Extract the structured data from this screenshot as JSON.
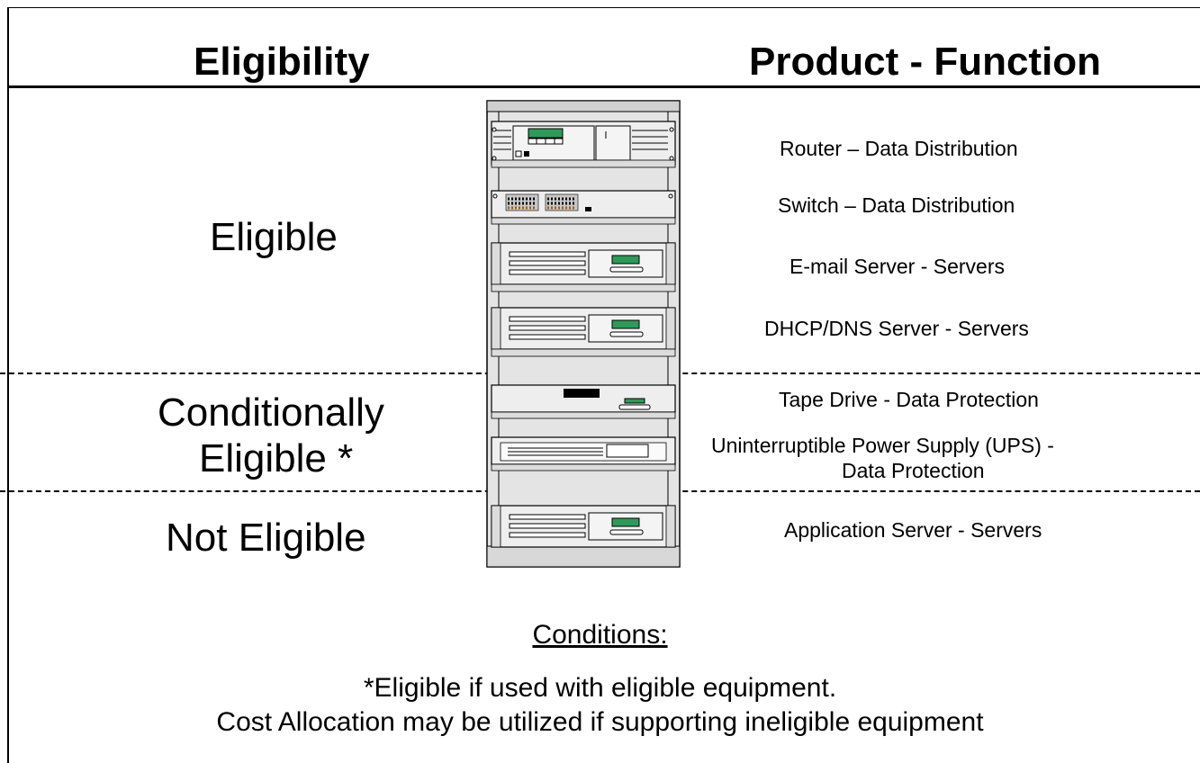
{
  "header": {
    "eligibility": "Eligibility",
    "product_function": "Product - Function"
  },
  "tiers": {
    "eligible": "Eligible",
    "conditional_line1": "Conditionally",
    "conditional_line2": "Eligible *",
    "not_eligible": "Not Eligible"
  },
  "products": {
    "router": "Router – Data Distribution",
    "switch": "Switch – Data Distribution",
    "email_server": "E-mail Server - Servers",
    "dhcp_server": "DHCP/DNS Server - Servers",
    "tape_drive": "Tape Drive - Data Protection",
    "ups_line1": "Uninterruptible Power Supply (UPS) -",
    "ups_line2": "Data Protection",
    "app_server": "Application Server - Servers"
  },
  "conditions": {
    "heading": "Conditions:",
    "line1": "*Eligible if used with eligible equipment.",
    "line2": "Cost Allocation may be utilized if supporting ineligible equipment"
  },
  "colors": {
    "rack_fill": "#e4e4e4",
    "display_green": "#2e9a5a",
    "line": "#000000"
  }
}
